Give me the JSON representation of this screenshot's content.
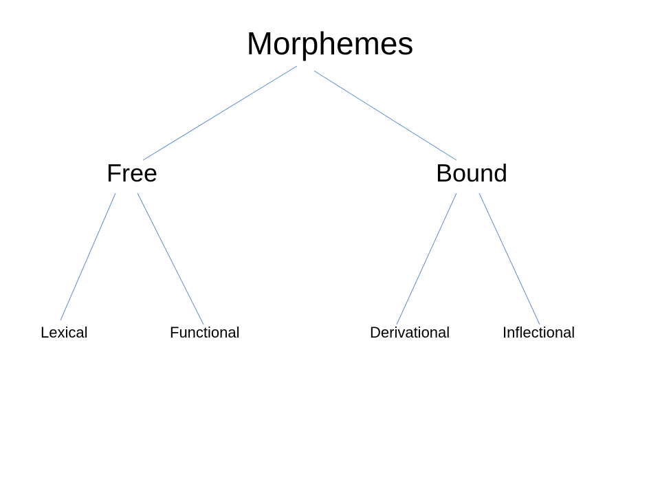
{
  "diagram": {
    "root": {
      "label": "Morphemes"
    },
    "branches": [
      {
        "label": "Free",
        "children": [
          {
            "label": "Lexical"
          },
          {
            "label": "Functional"
          }
        ]
      },
      {
        "label": "Bound",
        "children": [
          {
            "label": "Derivational"
          },
          {
            "label": "Inflectional"
          }
        ]
      }
    ]
  },
  "colors": {
    "connector": "#5b8ed6",
    "text": "#000000",
    "background": "#ffffff"
  }
}
